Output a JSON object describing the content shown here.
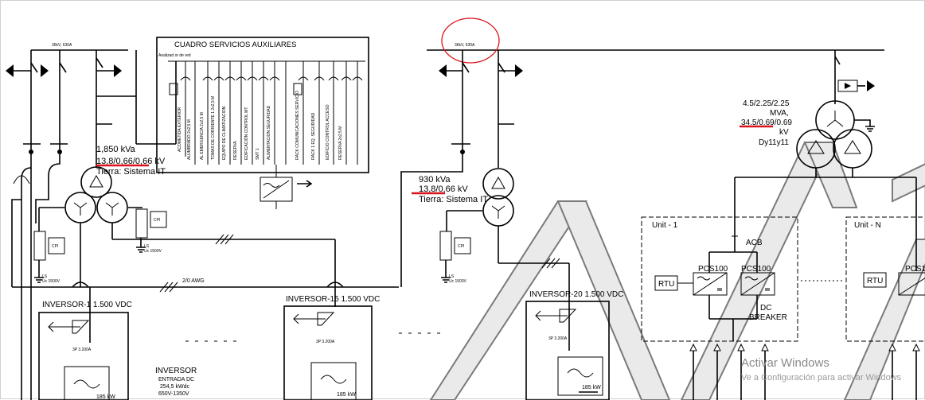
{
  "busbar_left": "36kV, 630A",
  "busbar_right": "36kV, 630A",
  "aux_panel": {
    "title": "CUADRO SERVICIOS AUXILIARES",
    "supply": "Analizad or de red",
    "feeders": [
      "ACOMETIDA EXTERIOR",
      "ALUMBRADO 2x2,5 M",
      "AL EMERGENCIA 2x2,5 M",
      "TOMAS DE CORRIENTE 1 2x2,5 M",
      "EQUIPO DE CLIMATIZACION",
      "RESERVA",
      "EDIFICACIÓN CONTROL MT",
      "SMT 1",
      "ALIMENTACION SEGURIDAD",
      "RACK COMUNICACIONES SERVICIO",
      "RACK 1 EQ. SEGURIDAD",
      "EDIFICIO CONTROL ACCESO",
      "RESERVA 2x2,5 M"
    ]
  },
  "tx1": {
    "kva": "1,850 kVa",
    "ratio": "13,8/0,66/0,66 kV",
    "earth": "Tierra: Sistema IT"
  },
  "tx2": {
    "kva": "930 kVa",
    "ratio": "13,8/0,66 kV",
    "earth": "Tierra: Sistema IT"
  },
  "tx3": {
    "mva": "4.5/2.25/2.25",
    "mva_unit": "MVA,",
    "ratio": "34.5/0.69/0.69",
    "kv": "kV",
    "group": "Dy11y11"
  },
  "cpi": "CPI",
  "ls_label": "LS",
  "ls_rating": "Uc 1500V",
  "cable": "2/0 AWG",
  "inverters": {
    "inv1": "INVERSOR-1 1.500 VDC",
    "inv15": "INVERSOR-15 1.500 VDC",
    "inv20": "INVERSOR-20 1.500 VDC",
    "breaker": "3P 3.200A",
    "power": "185 kW",
    "info_title": "INVERSOR",
    "info_1": "ENTRADA DC",
    "info_2": "254,5 kWdc",
    "info_3": "650V-1350V"
  },
  "units": {
    "unit1": "Unit - 1",
    "unitN": "Unit - N",
    "rtu": "RTU",
    "pcs": "PCS100",
    "acb": "ACB",
    "dc1": "DC",
    "dc2": "BREAKER"
  },
  "watermark": {
    "title": "Activar Windows",
    "subtitle": "Ve a Configuración para activar Windows"
  },
  "colors": {
    "annotation_red": "#d9141a",
    "line": "#000000"
  }
}
